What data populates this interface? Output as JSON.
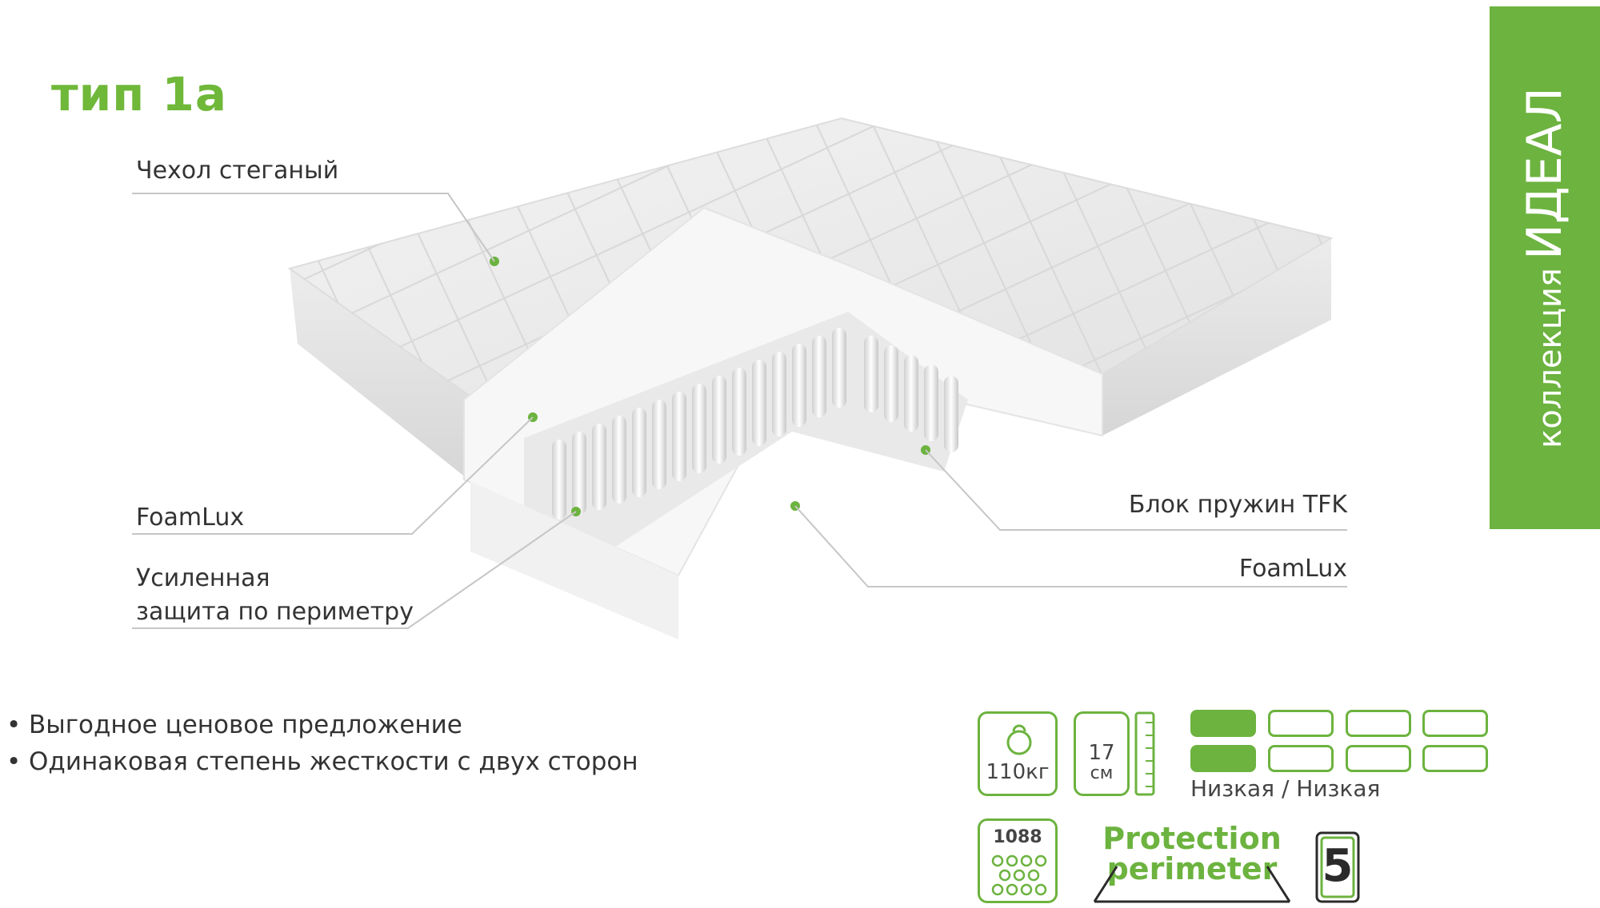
{
  "header": {
    "title": "тип 1а"
  },
  "collection": {
    "prefix": "коллекция",
    "name": "ИДЕАЛ"
  },
  "layers": {
    "cover": "Чехол стеганый",
    "foam_top": "FoamLux",
    "perimeter_line1": "Усиленная",
    "perimeter_line2": "защита по периметру",
    "spring_block": "Блок пружин TFK",
    "foam_bottom": "FoamLux"
  },
  "features": [
    "Выгодное ценовое предложение",
    "Одинаковая степень жесткости с двух сторон"
  ],
  "bullet_glyph": "•",
  "specs": {
    "weight": "110кг",
    "height_value": "17",
    "height_unit": "см",
    "springs_count": "1088",
    "stiffness_label": "Низкая / Низкая",
    "stiffness_side1_level": 1,
    "stiffness_side2_level": 1,
    "stiffness_scale_max": 4,
    "protection_line1": "Protection",
    "protection_line2": "perimeter",
    "warranty_years": "5"
  },
  "colors": {
    "accent": "#6cb33f",
    "title_green": "#6fb83a",
    "text": "#333333"
  },
  "icons": {
    "weight": "kettlebell-icon",
    "height": "ruler-icon",
    "springs": "springs-icon",
    "warranty": "warranty-5-icon"
  }
}
